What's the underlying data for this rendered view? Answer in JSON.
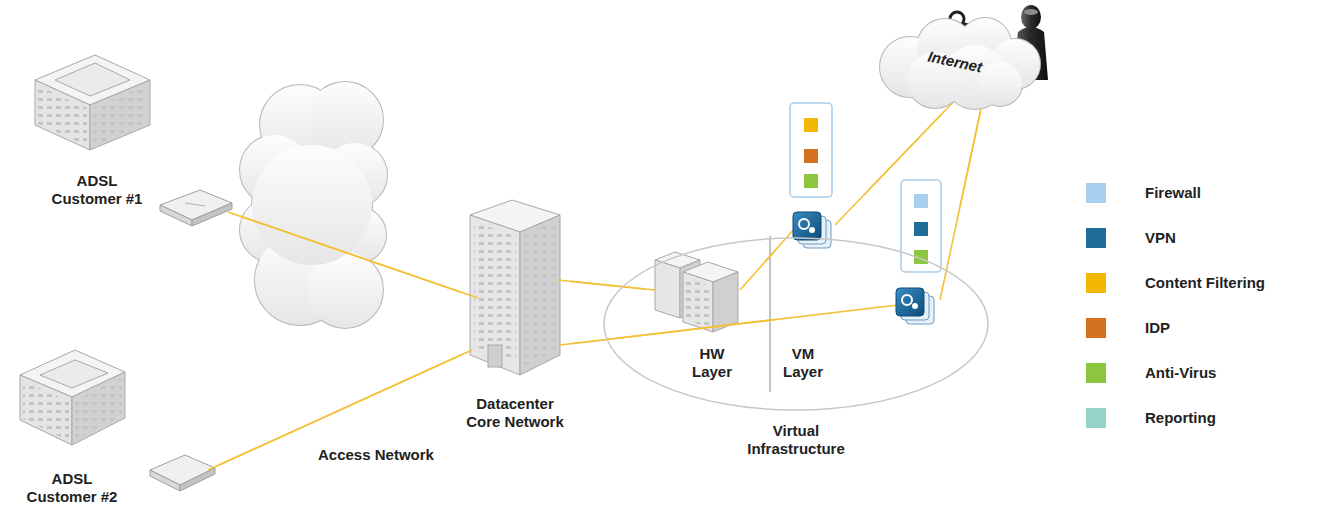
{
  "diagram": {
    "nodes": [
      {
        "text": [
          "ADSL Customer #1"
        ]
      },
      {
        "text": [
          "ADSL Customer #2"
        ]
      },
      {
        "text": [
          "Datacenter Core Network"
        ]
      },
      {
        "text": [
          "Virtual Infrastructure"
        ]
      },
      {
        "text": [
          "HW Layer"
        ],
        "in": 3
      },
      {
        "text": [
          "VM Layer"
        ],
        "in": 3
      },
      {
        "text": [
          "Internet"
        ]
      }
    ],
    "edges": [
      {
        "from": 0,
        "to": 2,
        "arrow": "none"
      },
      {
        "from": 1,
        "to": 2,
        "arrow": "none"
      },
      {
        "from": 2,
        "to": 4,
        "arrow": "none"
      },
      {
        "from": 4,
        "to": 5,
        "arrow": "none"
      },
      {
        "from": 2,
        "to": 5,
        "arrow": "none"
      },
      {
        "from": 5,
        "to": 6,
        "arrow": "none"
      },
      {
        "from": 5,
        "to": 6,
        "arrow": "none"
      }
    ],
    "labels": [
      "Access Network"
    ],
    "legend": [
      {
        "text": "Firewall",
        "color": "#a8d0ee"
      },
      {
        "text": "VPN",
        "color": "#1f6e9a"
      },
      {
        "text": "Content Filtering",
        "color": "#f2b705"
      },
      {
        "text": "IDP",
        "color": "#d2711e"
      },
      {
        "text": "Anti-Virus",
        "color": "#8cc63f"
      },
      {
        "text": "Reporting",
        "color": "#93d3c8"
      }
    ]
  }
}
